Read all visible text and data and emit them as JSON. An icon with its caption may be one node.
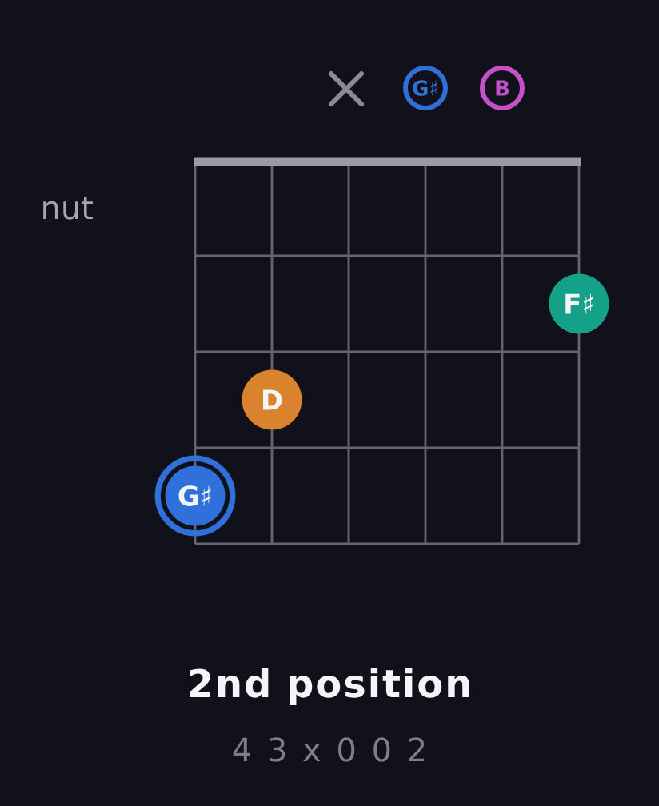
{
  "diagram": {
    "title": "2nd position",
    "nodes": [
      {
        "text": [
          "G♯"
        ]
      },
      {
        "text": [
          "B"
        ]
      },
      {
        "text": [
          "F♯"
        ]
      },
      {
        "text": [
          "D"
        ]
      },
      {
        "text": [
          "G♯"
        ]
      }
    ],
    "labels": [
      "nut",
      "4 3 x 0 0 2"
    ]
  }
}
